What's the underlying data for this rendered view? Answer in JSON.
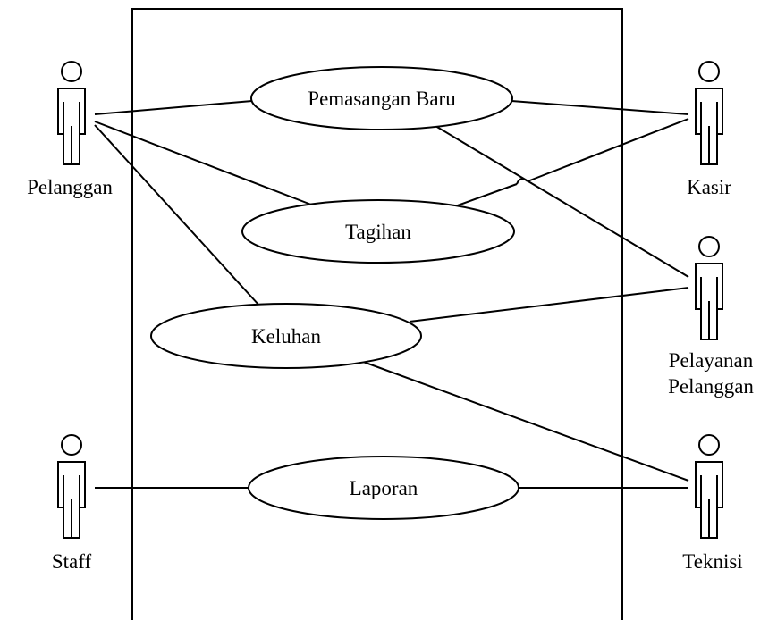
{
  "use_cases": {
    "pemasangan_baru": "Pemasangan Baru",
    "tagihan": "Tagihan",
    "keluhan": "Keluhan",
    "laporan": "Laporan"
  },
  "actors": {
    "pelanggan": "Pelanggan",
    "kasir": "Kasir",
    "pelayanan_line1": "Pelayanan",
    "pelayanan_line2": "Pelanggan",
    "staff": "Staff",
    "teknisi": "Teknisi"
  }
}
